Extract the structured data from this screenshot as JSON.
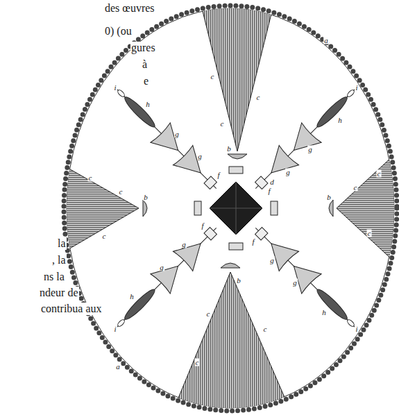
{
  "diagram": {
    "labels": [
      "des œuvres",
      "0) (ou",
      "gures",
      "à",
      "e",
      "la",
      ", la",
      "ns la",
      "ndeur de",
      "contribua aux",
      "b",
      "c",
      "c",
      "c",
      "b",
      "c",
      "c",
      "c",
      "b",
      "c",
      "c",
      "c",
      "b",
      "c",
      "c",
      "c",
      "f",
      "g",
      "g",
      "h",
      "i",
      "f",
      "g",
      "g",
      "h",
      "i",
      "f",
      "g",
      "g",
      "h",
      "i",
      "f",
      "g",
      "g",
      "h",
      "i",
      "d",
      "a",
      "a"
    ]
  }
}
